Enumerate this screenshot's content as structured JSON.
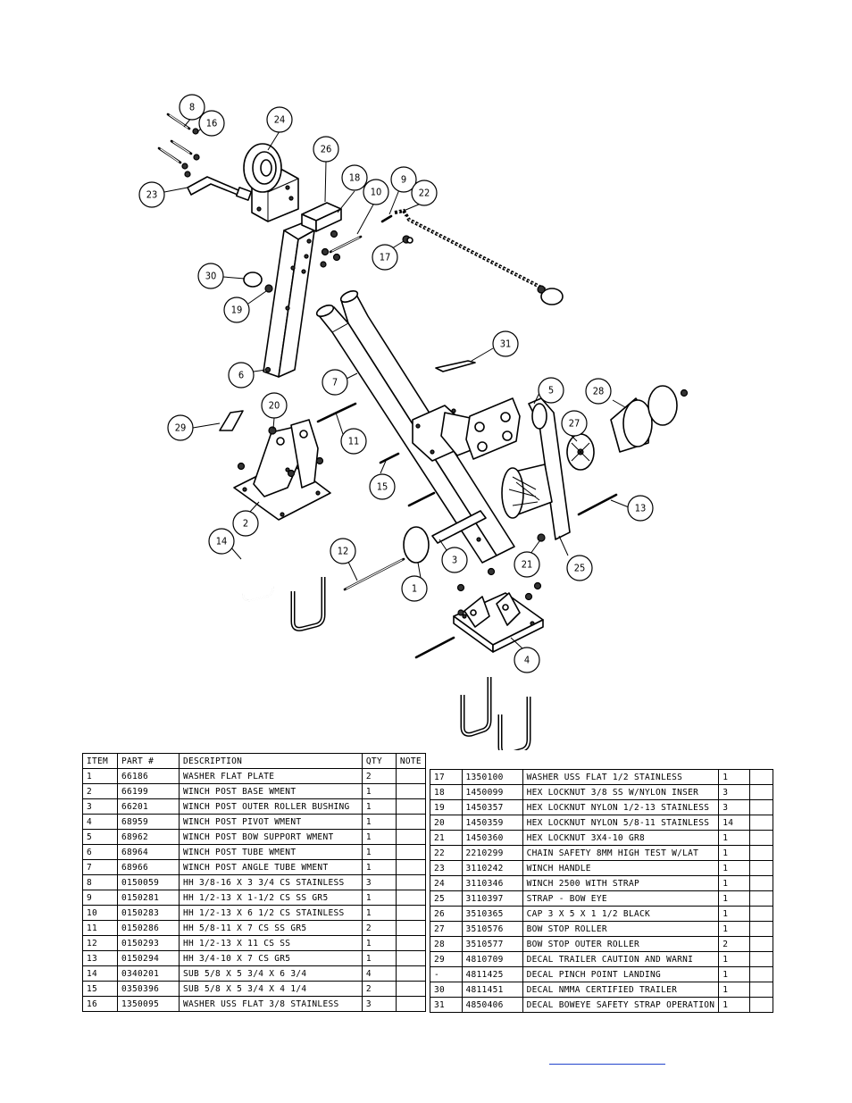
{
  "balloons": [
    {
      "label": "8"
    },
    {
      "label": "16"
    },
    {
      "label": "24"
    },
    {
      "label": "26"
    },
    {
      "label": "18"
    },
    {
      "label": "10"
    },
    {
      "label": "9"
    },
    {
      "label": "22"
    },
    {
      "label": "17"
    },
    {
      "label": "23"
    },
    {
      "label": "30"
    },
    {
      "label": "19"
    },
    {
      "label": "6"
    },
    {
      "label": "7"
    },
    {
      "label": "31"
    },
    {
      "label": "5"
    },
    {
      "label": "28"
    },
    {
      "label": "27"
    },
    {
      "label": "20"
    },
    {
      "label": "29"
    },
    {
      "label": "11"
    },
    {
      "label": "15"
    },
    {
      "label": "13"
    },
    {
      "label": "2"
    },
    {
      "label": "14"
    },
    {
      "label": "12"
    },
    {
      "label": "3"
    },
    {
      "label": "1"
    },
    {
      "label": "21"
    },
    {
      "label": "25"
    },
    {
      "label": "4"
    }
  ],
  "bom": {
    "headers": {
      "item": "ITEM",
      "part": "PART #",
      "description": "DESCRIPTION",
      "qty": "QTY",
      "note": "NOTE"
    },
    "left": [
      {
        "item": "1",
        "part": "66186",
        "description": "WASHER FLAT PLATE",
        "qty": "2",
        "note": ""
      },
      {
        "item": "2",
        "part": "66199",
        "description": "WINCH POST BASE WMENT",
        "qty": "1",
        "note": ""
      },
      {
        "item": "3",
        "part": "66201",
        "description": "WINCH POST OUTER ROLLER BUSHING",
        "qty": "1",
        "note": ""
      },
      {
        "item": "4",
        "part": "68959",
        "description": "WINCH POST PIVOT WMENT",
        "qty": "1",
        "note": ""
      },
      {
        "item": "5",
        "part": "68962",
        "description": "WINCH POST BOW SUPPORT WMENT",
        "qty": "1",
        "note": ""
      },
      {
        "item": "6",
        "part": "68964",
        "description": "WINCH POST TUBE WMENT",
        "qty": "1",
        "note": ""
      },
      {
        "item": "7",
        "part": "68966",
        "description": "WINCH POST ANGLE TUBE WMENT",
        "qty": "1",
        "note": ""
      },
      {
        "item": "8",
        "part": "0150059",
        "description": "HH 3/8-16 X 3 3/4 CS STAINLESS",
        "qty": "3",
        "note": ""
      },
      {
        "item": "9",
        "part": "0150281",
        "description": "HH 1/2-13 X 1-1/2 CS SS GR5",
        "qty": "1",
        "note": ""
      },
      {
        "item": "10",
        "part": "0150283",
        "description": "HH 1/2-13 X 6 1/2 CS STAINLESS",
        "qty": "1",
        "note": ""
      },
      {
        "item": "11",
        "part": "0150286",
        "description": "HH 5/8-11 X 7 CS SS GR5",
        "qty": "2",
        "note": ""
      },
      {
        "item": "12",
        "part": "0150293",
        "description": "HH 1/2-13 X 11 CS SS",
        "qty": "1",
        "note": ""
      },
      {
        "item": "13",
        "part": "0150294",
        "description": "HH 3/4-10 X 7 CS GR5",
        "qty": "1",
        "note": ""
      },
      {
        "item": "14",
        "part": "0340201",
        "description": "SUB 5/8 X 5 3/4 X 6 3/4",
        "qty": "4",
        "note": ""
      },
      {
        "item": "15",
        "part": "0350396",
        "description": "SUB 5/8 X 5 3/4 X 4 1/4",
        "qty": "2",
        "note": ""
      },
      {
        "item": "16",
        "part": "1350095",
        "description": "WASHER USS FLAT 3/8 STAINLESS",
        "qty": "3",
        "note": ""
      }
    ],
    "right": [
      {
        "item": "17",
        "part": "1350100",
        "description": "WASHER USS FLAT 1/2 STAINLESS",
        "qty": "1",
        "note": ""
      },
      {
        "item": "18",
        "part": "1450099",
        "description": "HEX LOCKNUT 3/8 SS W/NYLON INSER",
        "qty": "3",
        "note": ""
      },
      {
        "item": "19",
        "part": "1450357",
        "description": "HEX LOCKNUT NYLON 1/2-13 STAINLESS",
        "qty": "3",
        "note": ""
      },
      {
        "item": "20",
        "part": "1450359",
        "description": "HEX LOCKNUT NYLON 5/8-11 STAINLESS",
        "qty": "14",
        "note": ""
      },
      {
        "item": "21",
        "part": "1450360",
        "description": "HEX LOCKNUT 3X4-10 GR8",
        "qty": "1",
        "note": ""
      },
      {
        "item": "22",
        "part": "2210299",
        "description": "CHAIN SAFETY 8MM HIGH TEST W/LAT",
        "qty": "1",
        "note": ""
      },
      {
        "item": "23",
        "part": "3110242",
        "description": "WINCH HANDLE",
        "qty": "1",
        "note": ""
      },
      {
        "item": "24",
        "part": "3110346",
        "description": "WINCH 2500 WITH STRAP",
        "qty": "1",
        "note": ""
      },
      {
        "item": "25",
        "part": "3110397",
        "description": "STRAP - BOW EYE",
        "qty": "1",
        "note": ""
      },
      {
        "item": "26",
        "part": "3510365",
        "description": "CAP 3 X 5 X 1 1/2 BLACK",
        "qty": "1",
        "note": ""
      },
      {
        "item": "27",
        "part": "3510576",
        "description": "BOW STOP ROLLER",
        "qty": "1",
        "note": ""
      },
      {
        "item": "28",
        "part": "3510577",
        "description": "BOW STOP OUTER ROLLER",
        "qty": "2",
        "note": ""
      },
      {
        "item": "29",
        "part": "4810709",
        "description": "DECAL TRAILER CAUTION AND WARNI",
        "qty": "1",
        "note": ""
      },
      {
        "item": "-",
        "part": "4811425",
        "description": "DECAL PINCH POINT LANDING",
        "qty": "1",
        "note": ""
      },
      {
        "item": "30",
        "part": "4811451",
        "description": "DECAL NMMA CERTIFIED TRAILER",
        "qty": "1",
        "note": ""
      },
      {
        "item": "31",
        "part": "4850406",
        "description": "DECAL BOWEYE SAFETY STRAP OPERATION",
        "qty": "1",
        "note": ""
      }
    ]
  }
}
